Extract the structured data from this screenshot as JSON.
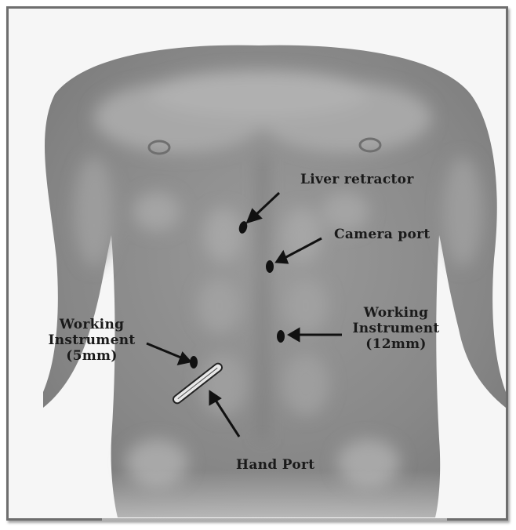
{
  "labels": {
    "liver_retractor": "Liver retractor",
    "camera_port": "Camera port",
    "working_instrument_right": [
      "Working",
      "Instrument",
      "(12mm)"
    ],
    "working_instrument_left": [
      "Working",
      "Instrument",
      "(5mm)"
    ],
    "hand_port": "Hand Port"
  },
  "colors": {
    "skin": "#8a8a8a",
    "background": "#f6f6f6",
    "border": "#6e6e6e",
    "port": "#111111",
    "text": "#1a1a1a"
  }
}
